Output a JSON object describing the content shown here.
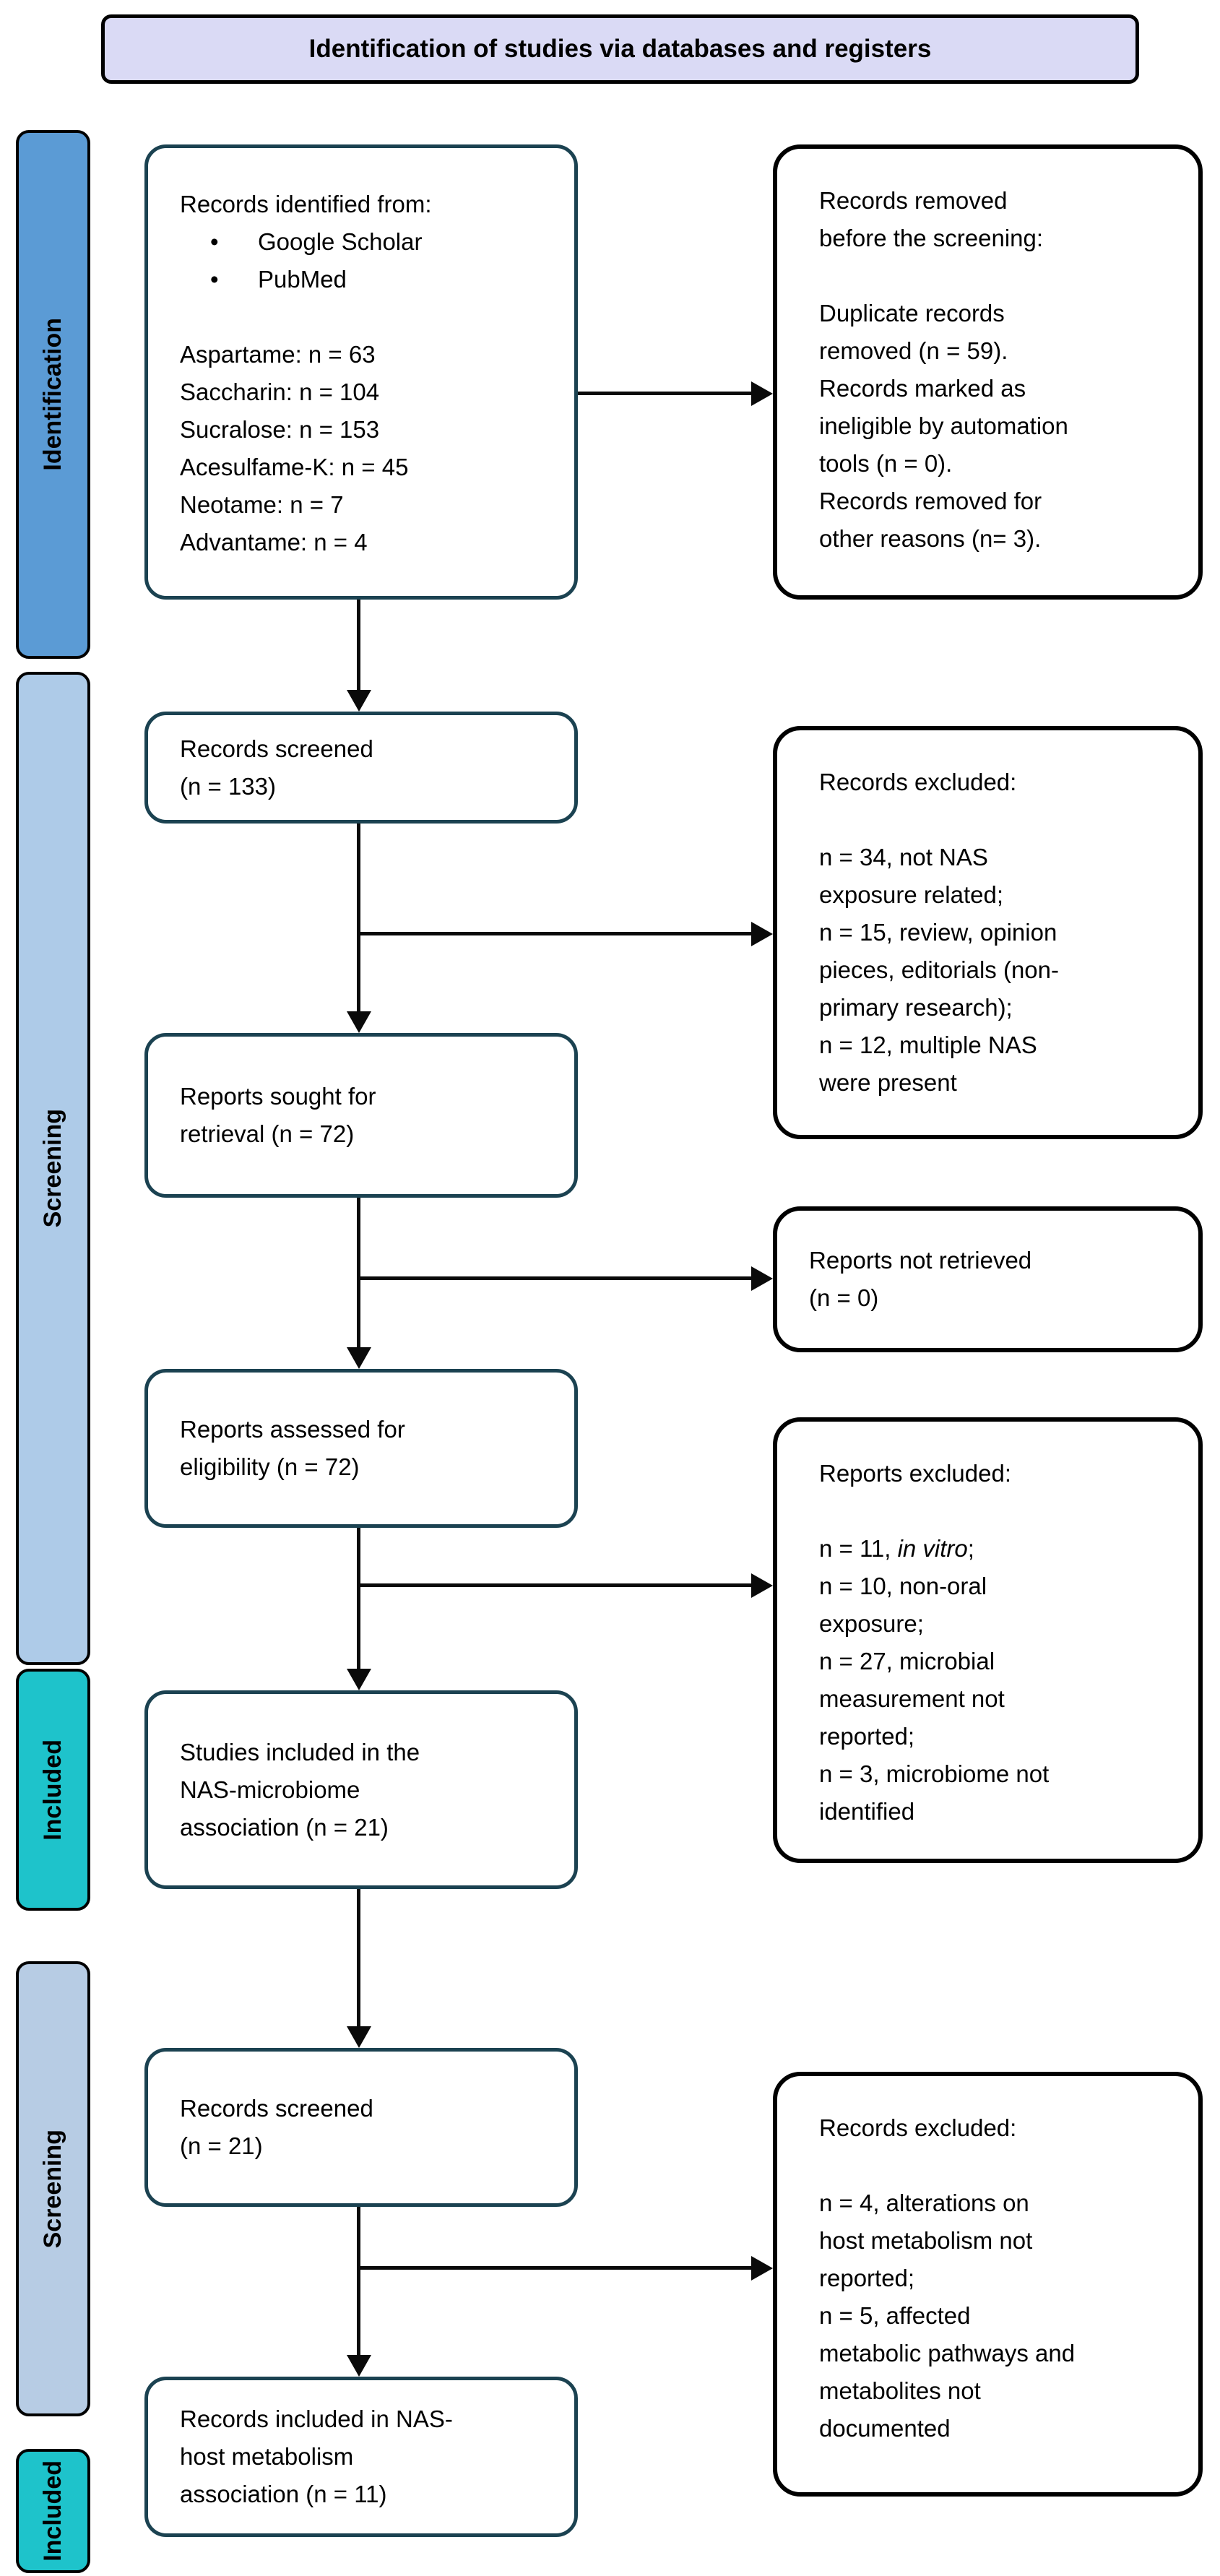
{
  "header": {
    "title": "Identification of studies via databases and registers"
  },
  "sidebar": {
    "identification": "Identification",
    "screening1": "Screening",
    "included1": "Included",
    "screening2": "Screening",
    "included2": "Included"
  },
  "colors": {
    "identification_fill": "#5b9bd5",
    "screening_fill": "#aecbe8",
    "screening2_fill": "#b7cce4",
    "included_fill": "#1ec3cb",
    "header_fill": "#dadaf5",
    "left_box_border": "#1b4251",
    "right_box_border": "#000000",
    "connector": "#0a0a0a"
  },
  "boxes": {
    "identified": {
      "title": "Records identified from:",
      "bullet1": "Google Scholar",
      "bullet2": "PubMed",
      "counts": "Aspartame: n = 63\nSaccharin: n = 104\nSucralose: n = 153\nAcesulfame-K: n = 45\nNeotame: n = 7\nAdvantame: n = 4"
    },
    "records_screened_1": "Records screened\n(n = 133)",
    "reports_sought": "Reports sought for\nretrieval (n = 72)",
    "reports_assessed": "Reports assessed for\neligibility (n = 72)",
    "studies_included": "Studies included in the\nNAS-microbiome\nassociation (n = 21)",
    "records_screened_2": "Records screened\n(n = 21)",
    "records_included": "Records included in NAS-\nhost metabolism\nassociation (n = 11)",
    "records_removed": {
      "title": "Records removed\nbefore the screening:",
      "body": "Duplicate records\nremoved (n = 59).\nRecords marked as\nineligible by automation\ntools (n = 0).\nRecords removed for\nother reasons (n= 3)."
    },
    "records_excluded_1": {
      "title": "Records excluded:",
      "body": "n = 34, not NAS\nexposure related;\nn = 15, review, opinion\npieces, editorials (non-\nprimary research);\nn = 12, multiple NAS\nwere present"
    },
    "reports_not_retrieved": "Reports not retrieved\n(n = 0)",
    "reports_excluded": {
      "title": "Reports excluded:",
      "item1_pre": "n = 11, ",
      "item1_italic": "in vitro",
      "item1_post": ";",
      "body": "n = 10, non-oral\nexposure;\nn = 27, microbial\nmeasurement not\nreported;\nn = 3, microbiome not\nidentified"
    },
    "records_excluded_2": {
      "title": "Records excluded:",
      "body": "n = 4, alterations on\nhost metabolism not\nreported;\nn = 5, affected\nmetabolic pathways and\nmetabolites not\ndocumented"
    }
  }
}
